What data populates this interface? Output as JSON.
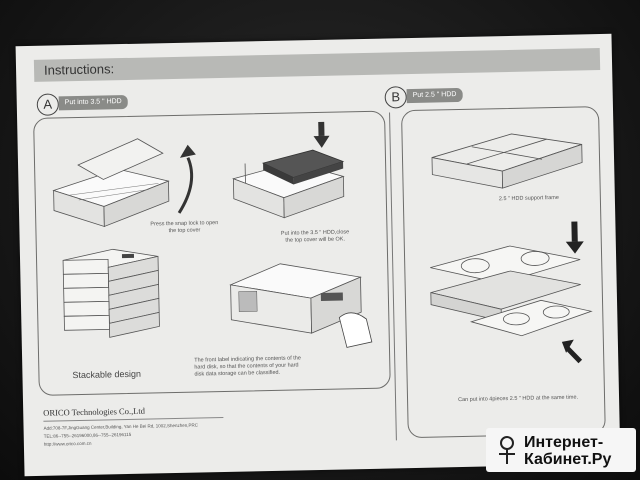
{
  "header": {
    "title": "Instructions:"
  },
  "section_a": {
    "letter": "A",
    "tag": "Put into 3.5 \" HDD",
    "step1": "Press the snap lock to open\nthe top cover",
    "step2": "Put into the 3.5 \" HDD,close\nthe top cover will be OK.",
    "stackable": "Stackable design",
    "label_note": "The front label indicating the contents of the\nhard disk, so that the contents of your hard\ndisk data storage can be classified."
  },
  "section_b": {
    "letter": "B",
    "tag": "Put 2.5 \" HDD",
    "frame_caption": "2.5 \" HDD support frame",
    "bottom_caption": "Can put into 4pieces 2.5 \" HDD at the same time."
  },
  "company": {
    "name": "ORICO Technologies Co.,Ltd",
    "address": "Add:708-7F,JingGuang Center,Building, Yan He Bei Rd, 1002,Shenzhen,PRC",
    "tel": "TEL:86--755--26196000,86--755--26196115",
    "web": "http://www.orico.com.cn"
  },
  "watermark": {
    "line1": "Интернет-",
    "line2": "Кабинет.Ру"
  }
}
